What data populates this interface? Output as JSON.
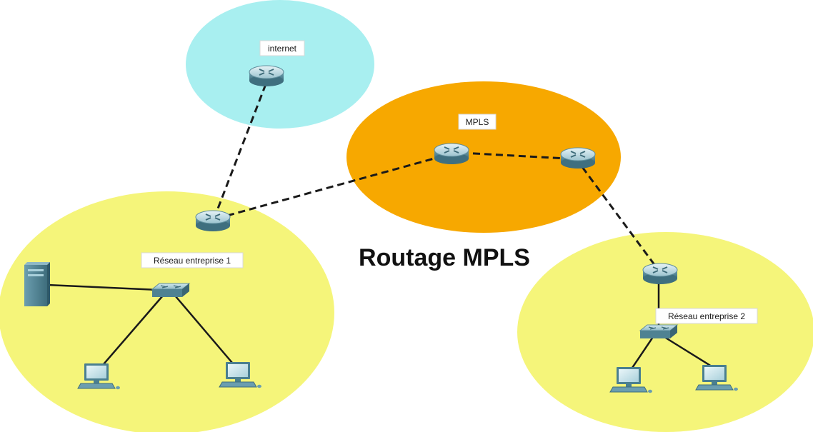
{
  "title": "Routage MPLS",
  "zones": {
    "internet": {
      "label": "internet",
      "color": "#a8eff0"
    },
    "mpls": {
      "label": "MPLS",
      "color": "#f7a800"
    },
    "enterprise1": {
      "label": "Réseau entreprise 1",
      "color": "#f5f57a"
    },
    "enterprise2": {
      "label": "Réseau entreprise 2",
      "color": "#f5f57a"
    }
  },
  "icons": {
    "router": "router-icon",
    "switch": "switch-icon",
    "server": "server-icon",
    "pc": "pc-icon"
  },
  "colors": {
    "device_light": "#d8eef2",
    "device_dark": "#4a7f90",
    "link": "#1a1a1a"
  }
}
